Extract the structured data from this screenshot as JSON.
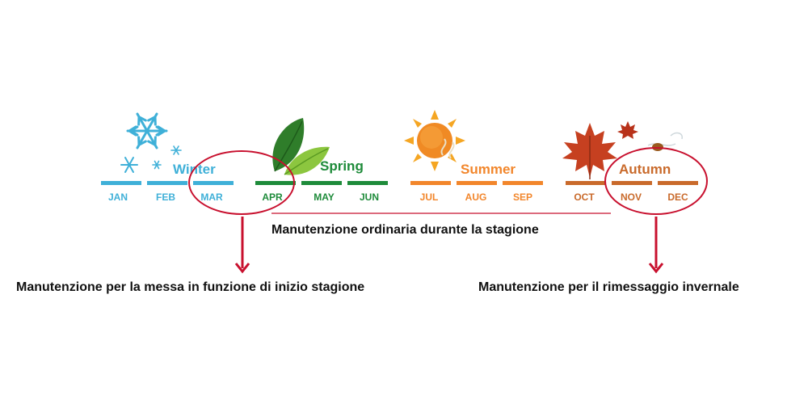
{
  "seasons": {
    "winter": {
      "name": "Winter",
      "color": "#3fb0d8",
      "icon": "snowflake-icon"
    },
    "spring": {
      "name": "Spring",
      "color": "#1e8b3a",
      "icon": "leaf-icon"
    },
    "summer": {
      "name": "Summer",
      "color": "#f2862b",
      "icon": "sun-icon"
    },
    "autumn": {
      "name": "Autumn",
      "color": "#c96a2b",
      "icon": "maple-leaf-icon"
    }
  },
  "months": [
    "JAN",
    "FEB",
    "MAR",
    "APR",
    "MAY",
    "JUN",
    "JUL",
    "AUG",
    "SEP",
    "OCT",
    "NOV",
    "DEC"
  ],
  "captions": {
    "ordinary": "Manutenzione ordinaria durante la stagione",
    "start": "Manutenzione per la messa in funzione di inizio stagione",
    "winter_storage": "Manutenzione per il rimessaggio invernale"
  },
  "highlight_color": "#c8102e"
}
